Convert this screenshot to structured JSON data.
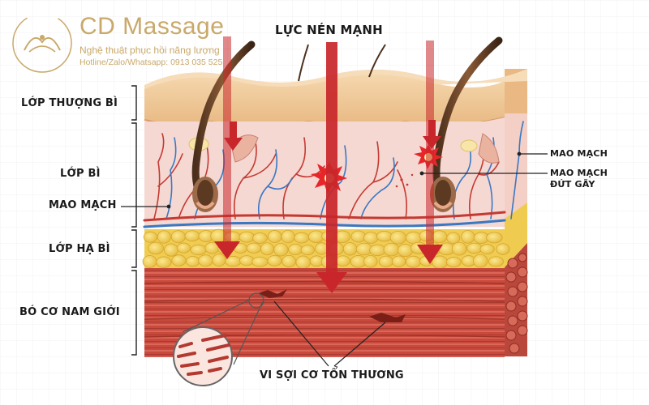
{
  "brand": {
    "name": "CD Massage",
    "tagline": "Nghệ thuật phục hồi năng lượng",
    "contact_label": "Hotline/Zalo/Whatsapp:",
    "contact_phone": "0913 035 525"
  },
  "labels": {
    "top_force": "LỰC NÉN MẠNH",
    "epidermis": "LỚP THƯỢNG BÌ",
    "dermis": "LỚP BÌ",
    "capillary_left": "MAO MẠCH",
    "hypodermis": "LỚP HẠ BÌ",
    "male_muscle": "BÓ CƠ NAM GIỚI",
    "capillary_right": "MAO MẠCH",
    "broken_capillary_line1": "MAO MẠCH",
    "broken_capillary_line2": "ĐỨT GÃY",
    "damaged_fibers": "VI SỢI CƠ TỔN THƯƠNG"
  },
  "colors": {
    "arrow": "#c8262a",
    "epidermis": "#efc79a",
    "dermis": "#f6d8d2",
    "fat": "#f2d35a",
    "muscle": "#c94a3c",
    "vein": "#3a78c2",
    "artery": "#c43a32",
    "brand": "#c9a96a"
  }
}
